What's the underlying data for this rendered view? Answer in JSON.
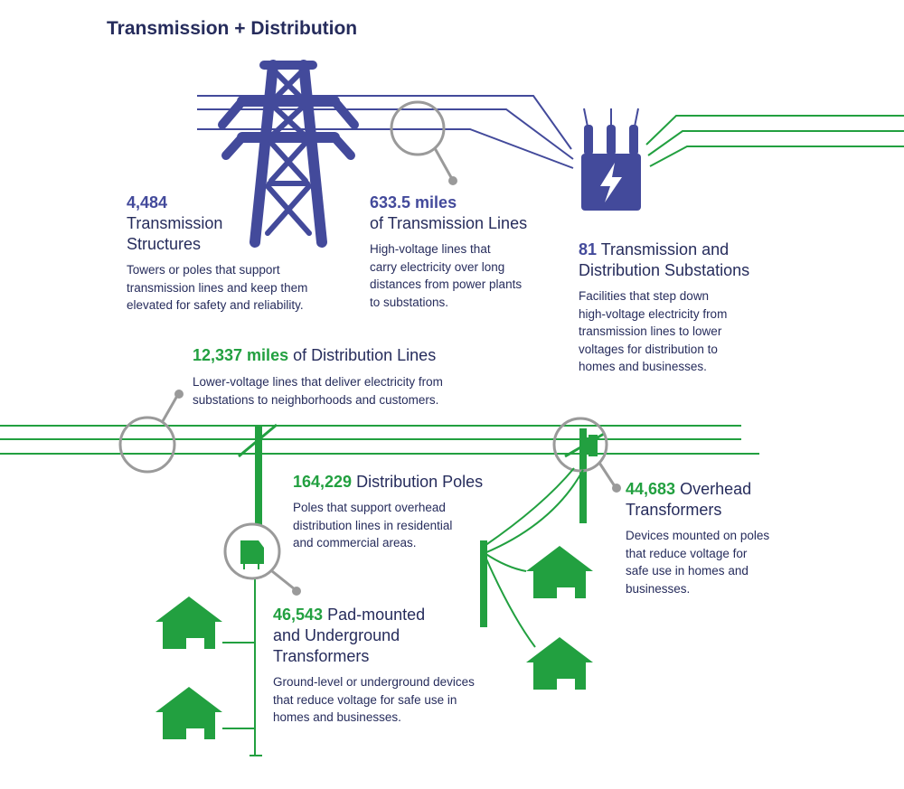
{
  "title": "Transmission + Distribution",
  "colors": {
    "navy": "#262c5c",
    "blue": "#434a9b",
    "green": "#22a040",
    "gray": "#9a9a9a"
  },
  "icons": [
    "transmission-tower-icon",
    "substation-icon",
    "magnifier-icon",
    "distribution-pole-icon",
    "pad-transformer-icon",
    "overhead-transformer-icon",
    "house-icon"
  ],
  "items": {
    "transmission_structures": {
      "value": "4,484",
      "label_1": "Transmission",
      "label_2": "Structures",
      "desc_1": "Towers or poles that support",
      "desc_2": "transmission lines and keep them",
      "desc_3": "elevated for safety and reliability."
    },
    "transmission_lines": {
      "value": "633.5 miles",
      "label": "of Transmission Lines",
      "desc_1": "High-voltage lines that",
      "desc_2": "carry electricity over long",
      "desc_3": "distances from power plants",
      "desc_4": "to substations."
    },
    "substations": {
      "value": "81",
      "label_1": "Transmission and",
      "label_2": "Distribution Substations",
      "desc_1": "Facilities that step down",
      "desc_2": "high-voltage electricity from",
      "desc_3": "transmission lines to lower",
      "desc_4": "voltages for distribution to",
      "desc_5": "homes and businesses."
    },
    "distribution_lines": {
      "value": "12,337 miles",
      "label": "of Distribution Lines",
      "desc_1": "Lower-voltage lines that deliver electricity from",
      "desc_2": "substations to neighborhoods and customers."
    },
    "distribution_poles": {
      "value": "164,229",
      "label": "Distribution Poles",
      "desc_1": "Poles that support overhead",
      "desc_2": "distribution lines in residential",
      "desc_3": "and commercial areas."
    },
    "overhead_transformers": {
      "value": "44,683",
      "label_1": "Overhead",
      "label_2": "Transformers",
      "desc_1": "Devices mounted on poles",
      "desc_2": "that reduce voltage for",
      "desc_3": "safe use in homes and",
      "desc_4": "businesses."
    },
    "pad_transformers": {
      "value": "46,543",
      "label_1": "Pad-mounted",
      "label_2": "and Underground",
      "label_3": "Transformers",
      "desc_1": "Ground-level or underground devices",
      "desc_2": "that reduce voltage for safe use in",
      "desc_3": "homes and businesses."
    }
  }
}
